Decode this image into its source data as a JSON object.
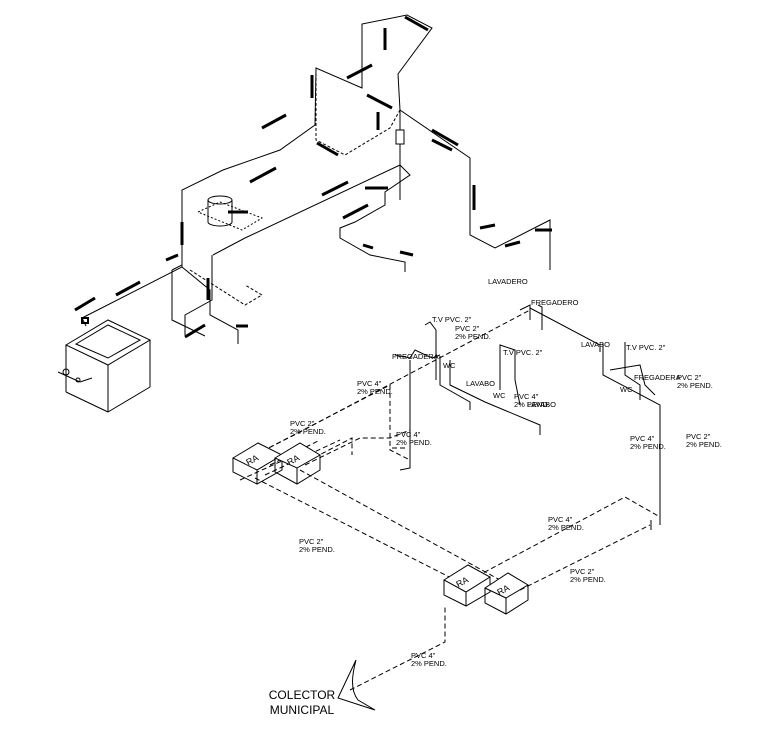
{
  "pipe_labels": [
    {
      "id": "pvc2-top",
      "l1": "PVC 2\"",
      "l2": "2% PEND."
    },
    {
      "id": "pvc4-upper",
      "l1": "PVC 4\"",
      "l2": "2% PEND."
    },
    {
      "id": "pvc2-left",
      "l1": "PVC 2\"",
      "l2": "2% PEND."
    },
    {
      "id": "pvc4-center",
      "l1": "PVC 4\"",
      "l2": "2% PEND."
    },
    {
      "id": "pvc4-lavabo",
      "l1": "PVC 4\"",
      "l2": "2% PEND."
    },
    {
      "id": "pvc2-right",
      "l1": "PVC 2\"",
      "l2": "2% PEND."
    },
    {
      "id": "pvc4-right",
      "l1": "PVC 4\"",
      "l2": "2% PEND."
    },
    {
      "id": "pvc2-farright",
      "l1": "PVC 2\"",
      "l2": "2% PEND."
    },
    {
      "id": "pvc4-mid",
      "l1": "PVC 4\"",
      "l2": "2% PEND."
    },
    {
      "id": "pvc2-lower",
      "l1": "PVC 2\"",
      "l2": "2% PEND."
    },
    {
      "id": "pvc2-lowright",
      "l1": "PVC 2\"",
      "l2": "2% PEND."
    },
    {
      "id": "pvc4-bottom",
      "l1": "PVC 4\"",
      "l2": "2% PEND."
    }
  ],
  "fixture_labels": [
    {
      "id": "lavadero",
      "text": "LAVADERO"
    },
    {
      "id": "fregadero-1",
      "text": "FREGADERO"
    },
    {
      "id": "tv-1",
      "text": "T.V PVC. 2\""
    },
    {
      "id": "fregadera",
      "text": "FREGADERA"
    },
    {
      "id": "wc-1",
      "text": "WC"
    },
    {
      "id": "tv-2",
      "text": "T.V PVC. 2\""
    },
    {
      "id": "lavabo-1",
      "text": "LAVABO"
    },
    {
      "id": "wc-2",
      "text": "WC"
    },
    {
      "id": "lavabo-2",
      "text": "LAVABO"
    },
    {
      "id": "lavabo-3",
      "text": "LAVABO"
    },
    {
      "id": "tv-3",
      "text": "T.V PVC. 2\""
    },
    {
      "id": "fregadera-2",
      "text": "FREGADERA"
    },
    {
      "id": "wc-3",
      "text": "WC"
    }
  ],
  "registry_boxes": [
    {
      "id": "ra-1",
      "text": "RA"
    },
    {
      "id": "ra-2",
      "text": "RA"
    },
    {
      "id": "ra-3",
      "text": "RA"
    },
    {
      "id": "ra-4",
      "text": "RA"
    }
  ],
  "collector": {
    "line1": "COLECTOR",
    "line2": "MUNICIPAL"
  }
}
